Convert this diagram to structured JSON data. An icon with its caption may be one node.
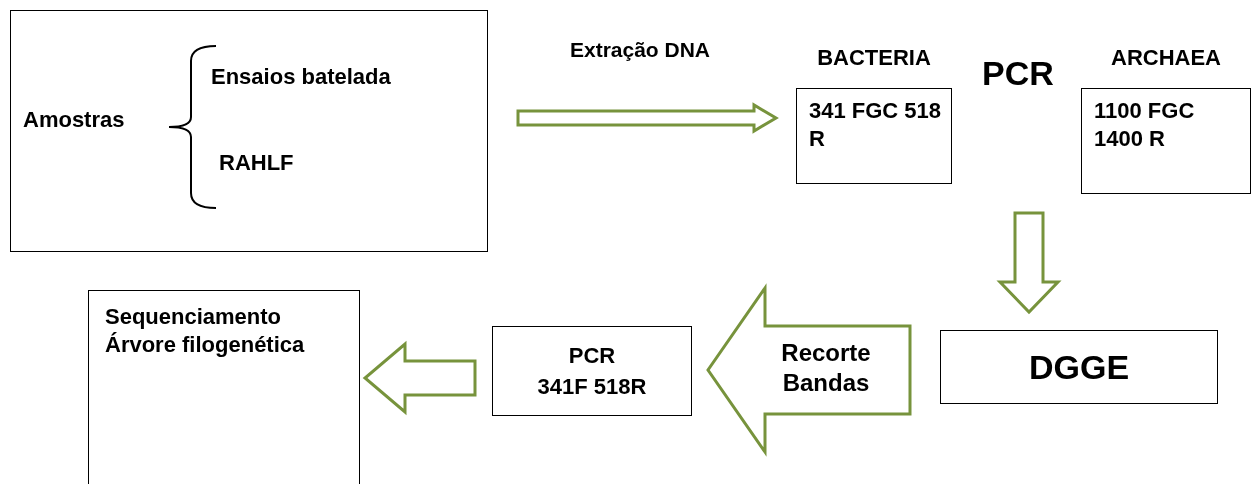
{
  "diagram": {
    "nodes": [
      {
        "text": [
          "Amostras",
          "Ensaios batelada",
          "RAHLF"
        ]
      },
      {
        "text": [
          "BACTERIA",
          "341 FGC 518 R"
        ]
      },
      {
        "text": [
          "ARCHAEA",
          "1100 FGC 1400 R"
        ]
      },
      {
        "text": [
          "DGGE"
        ]
      },
      {
        "text": [
          "PCR",
          "341F 518R"
        ]
      },
      {
        "text": [
          "Sequenciamento",
          "Árvore filogenética"
        ]
      }
    ],
    "edges": [
      {
        "from": 0,
        "to": 1,
        "arrow": "to",
        "label": "Extração DNA"
      },
      {
        "from": 2,
        "to": 3,
        "arrow": "to"
      },
      {
        "from": 3,
        "to": 4,
        "arrow": "to",
        "label": "Recorte Bandas"
      },
      {
        "from": 4,
        "to": 5,
        "arrow": "to"
      }
    ],
    "labels": [
      "PCR"
    ]
  }
}
